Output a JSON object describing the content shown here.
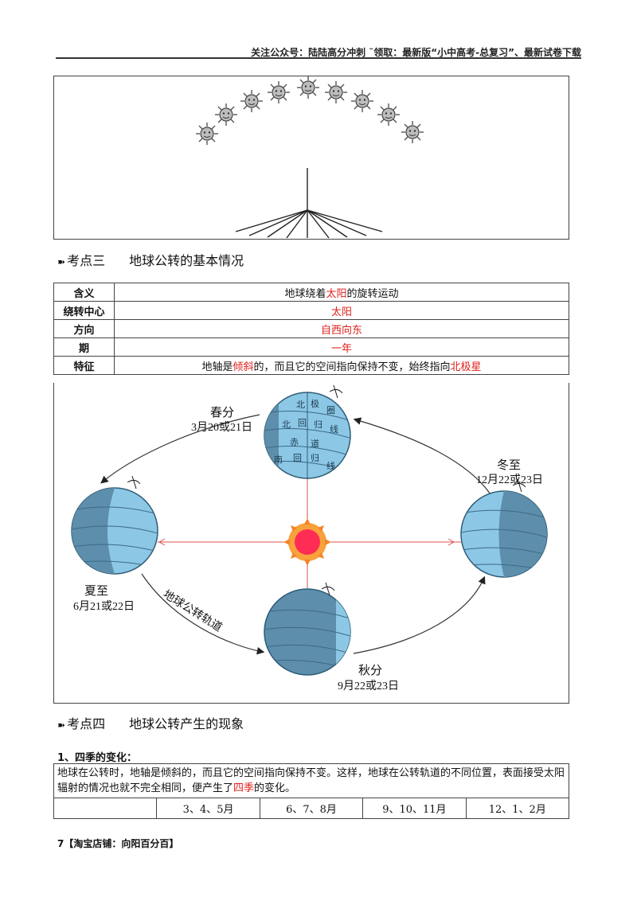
{
  "header": {
    "text": "关注公众号：陆陆高分冲刺  ˜领取：最新版“小中高考-总复习”、最新试卷下载"
  },
  "section3": {
    "marker": "➽",
    "label": "考点三",
    "title": "地球公转的基本情况",
    "rows": [
      {
        "key": "含义",
        "parts": [
          {
            "t": "地球绕着",
            "red": false
          },
          {
            "t": "太阳",
            "red": true
          },
          {
            "t": "的旋转运动",
            "red": false
          }
        ]
      },
      {
        "key": "绕转中心",
        "parts": [
          {
            "t": "太阳",
            "red": true
          }
        ]
      },
      {
        "key": "方向",
        "parts": [
          {
            "t": "自西向东",
            "red": true
          }
        ]
      },
      {
        "key": "期",
        "parts": [
          {
            "t": "一年",
            "red": true
          }
        ]
      },
      {
        "key": "特征",
        "parts": [
          {
            "t": "地轴是",
            "red": false
          },
          {
            "t": "倾斜",
            "red": true
          },
          {
            "t": "的，而且它的空间指向保持不变，始终指向",
            "red": false
          },
          {
            "t": "北极星",
            "red": true
          }
        ]
      }
    ]
  },
  "orbit": {
    "spring_name": "春分",
    "spring_date": "3月20或21日",
    "summer_name": "夏至",
    "summer_date": "6月21或22日",
    "autumn_name": "秋分",
    "autumn_date": "9月22或23日",
    "winter_name": "冬至",
    "winter_date": "12月22或23日",
    "orbit_label": "地球公转轨道",
    "globe_labels": [
      "北",
      "极",
      "圈",
      "北",
      "回",
      "归",
      "线",
      "赤",
      "道",
      "南",
      "回",
      "归",
      "线"
    ]
  },
  "section4": {
    "marker": "➽",
    "label": "考点四",
    "title": "地球公转产生的现象",
    "sub": "1、四季的变化：",
    "para_before": "地球在公转时，地轴是倾斜的，而且它的空间指向保持不变。这样，地球在公转轨道的不同位置，表面接受太阳辐射的情况也就不完全相同，便产生了",
    "para_red": "四季",
    "para_after": "的变化。",
    "months": [
      "3、4、5月",
      "6、7、8月",
      "9、10、11月",
      "12、1、2月"
    ]
  },
  "footer": {
    "text": "7【淘宝店铺：向阳百分百】"
  },
  "colors": {
    "accent_red": "#e0201a",
    "globe_light": "#8cc7e6",
    "globe_dark": "#5d8eab"
  }
}
